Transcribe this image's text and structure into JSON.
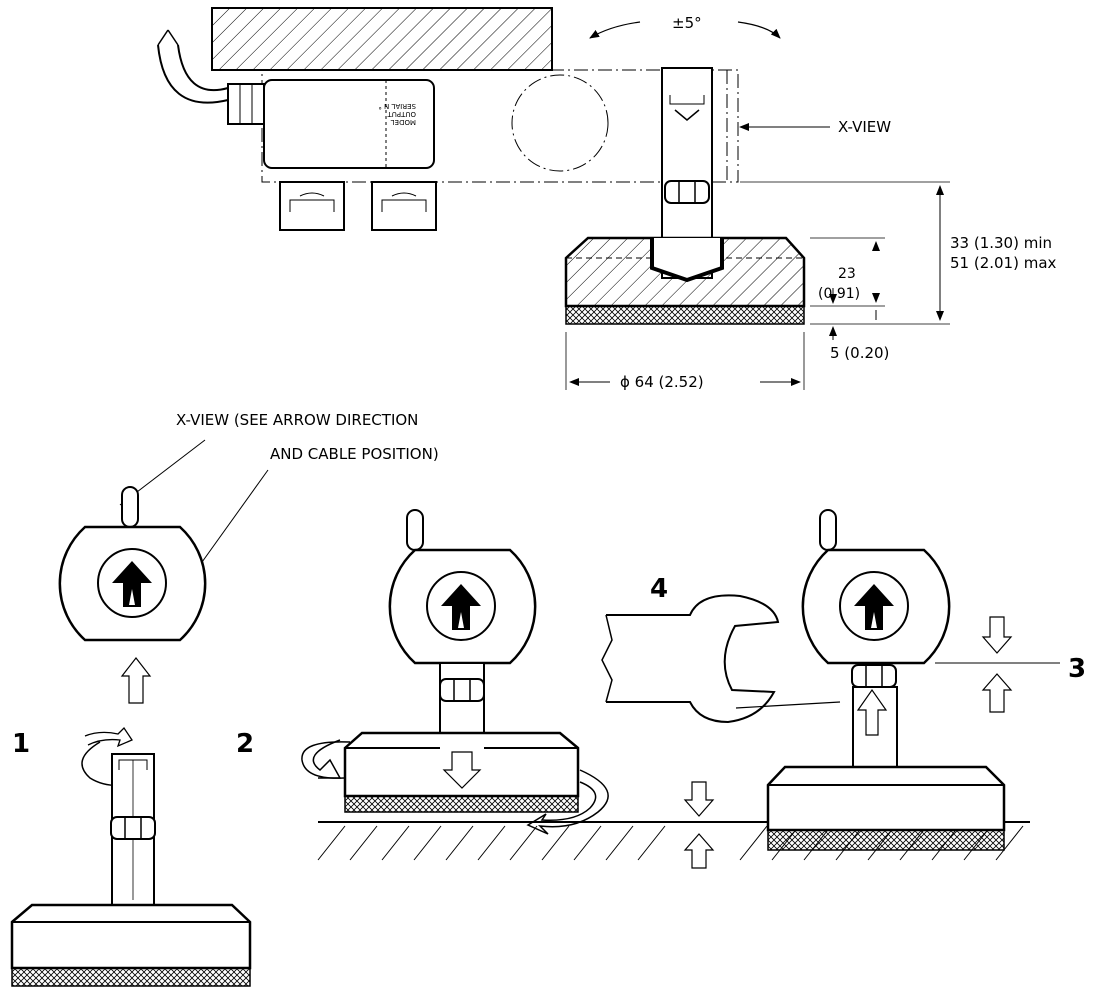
{
  "labels": {
    "tilt_angle": "±5°",
    "x_view": "X-VIEW",
    "x_view_note_line1": "X-VIEW (SEE ARROW DIRECTION",
    "x_view_note_line2": "AND CABLE POSITION)"
  },
  "dimensions": {
    "height_min": "33 (1.30) min",
    "height_max": "51 (2.01) max",
    "foot_height_value": "23",
    "foot_height_inch": "(0.91)",
    "pad_thickness": "5 (0.20)",
    "diameter": "ϕ 64 (2.52)"
  },
  "load_cell_marking": {
    "line1": "MODEL",
    "line2": "OUTPUT",
    "line3": "SERIAL N °"
  },
  "steps": {
    "s1": "1",
    "s2": "2",
    "s3": "3",
    "s4": "4"
  }
}
